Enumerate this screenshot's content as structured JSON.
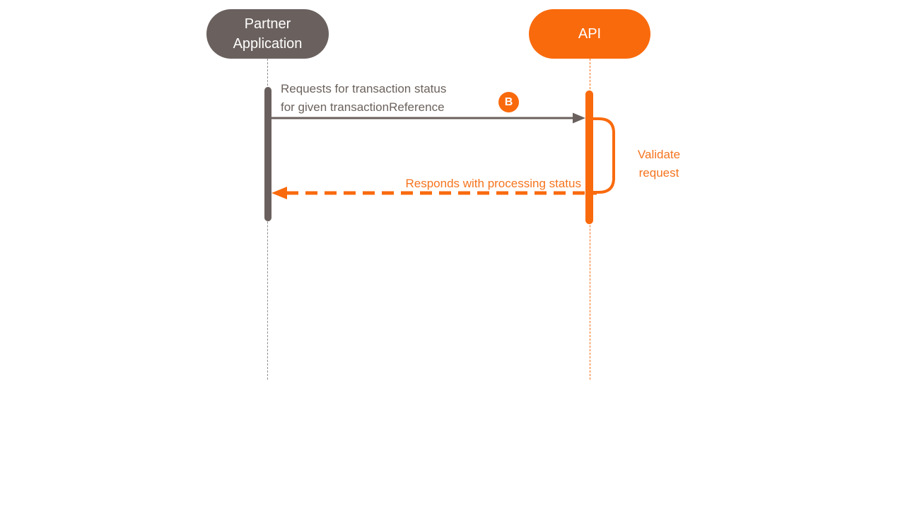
{
  "theme": {
    "background": "#FFFFFF",
    "orange": "#F96A0D",
    "orange_text": "#F5741E",
    "gray": "#6A615E",
    "gray_text": "#6B625D",
    "lifeline_gray": "#8F8F8F"
  },
  "diagram": {
    "type": "sequence-diagram",
    "actors": {
      "partner": {
        "label": "Partner\nApplication"
      },
      "api": {
        "label": "API"
      }
    },
    "messages": {
      "request": {
        "text": "Requests for transaction status\nfor given transactionReference",
        "badge": "B",
        "from": "partner",
        "to": "api",
        "line_style": "solid"
      },
      "response": {
        "text": "Responds with processing status",
        "from": "api",
        "to": "partner",
        "line_style": "dashed"
      }
    },
    "self_actions": {
      "validate": {
        "text": "Validate\nrequest",
        "actor": "api"
      }
    }
  }
}
